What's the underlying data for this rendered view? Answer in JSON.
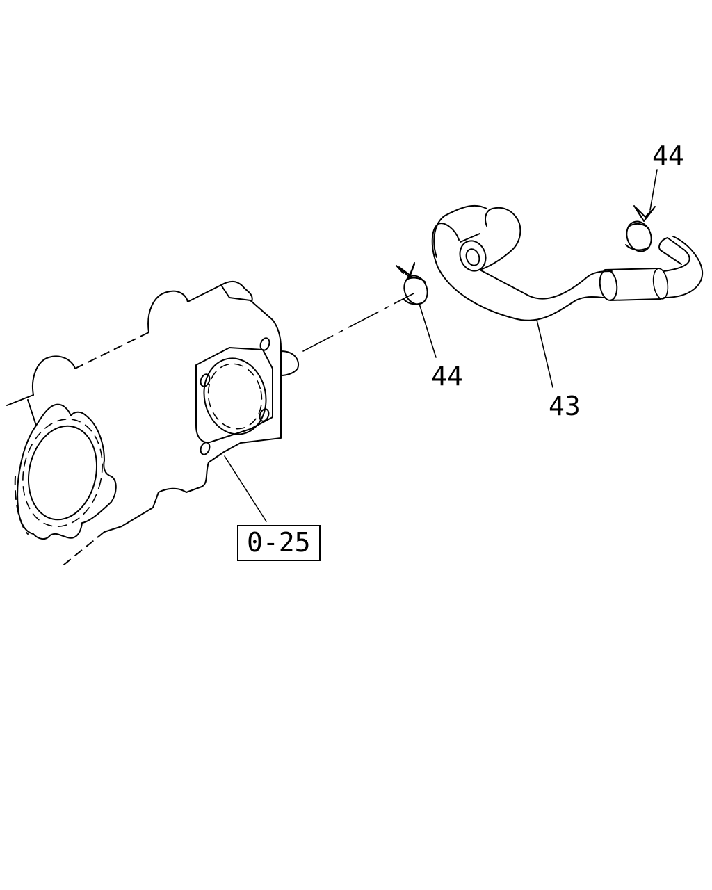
{
  "diagram": {
    "callouts": {
      "clamp_upper": "44",
      "clamp_lower": "44",
      "hose": "43",
      "reference": "0-25"
    }
  }
}
